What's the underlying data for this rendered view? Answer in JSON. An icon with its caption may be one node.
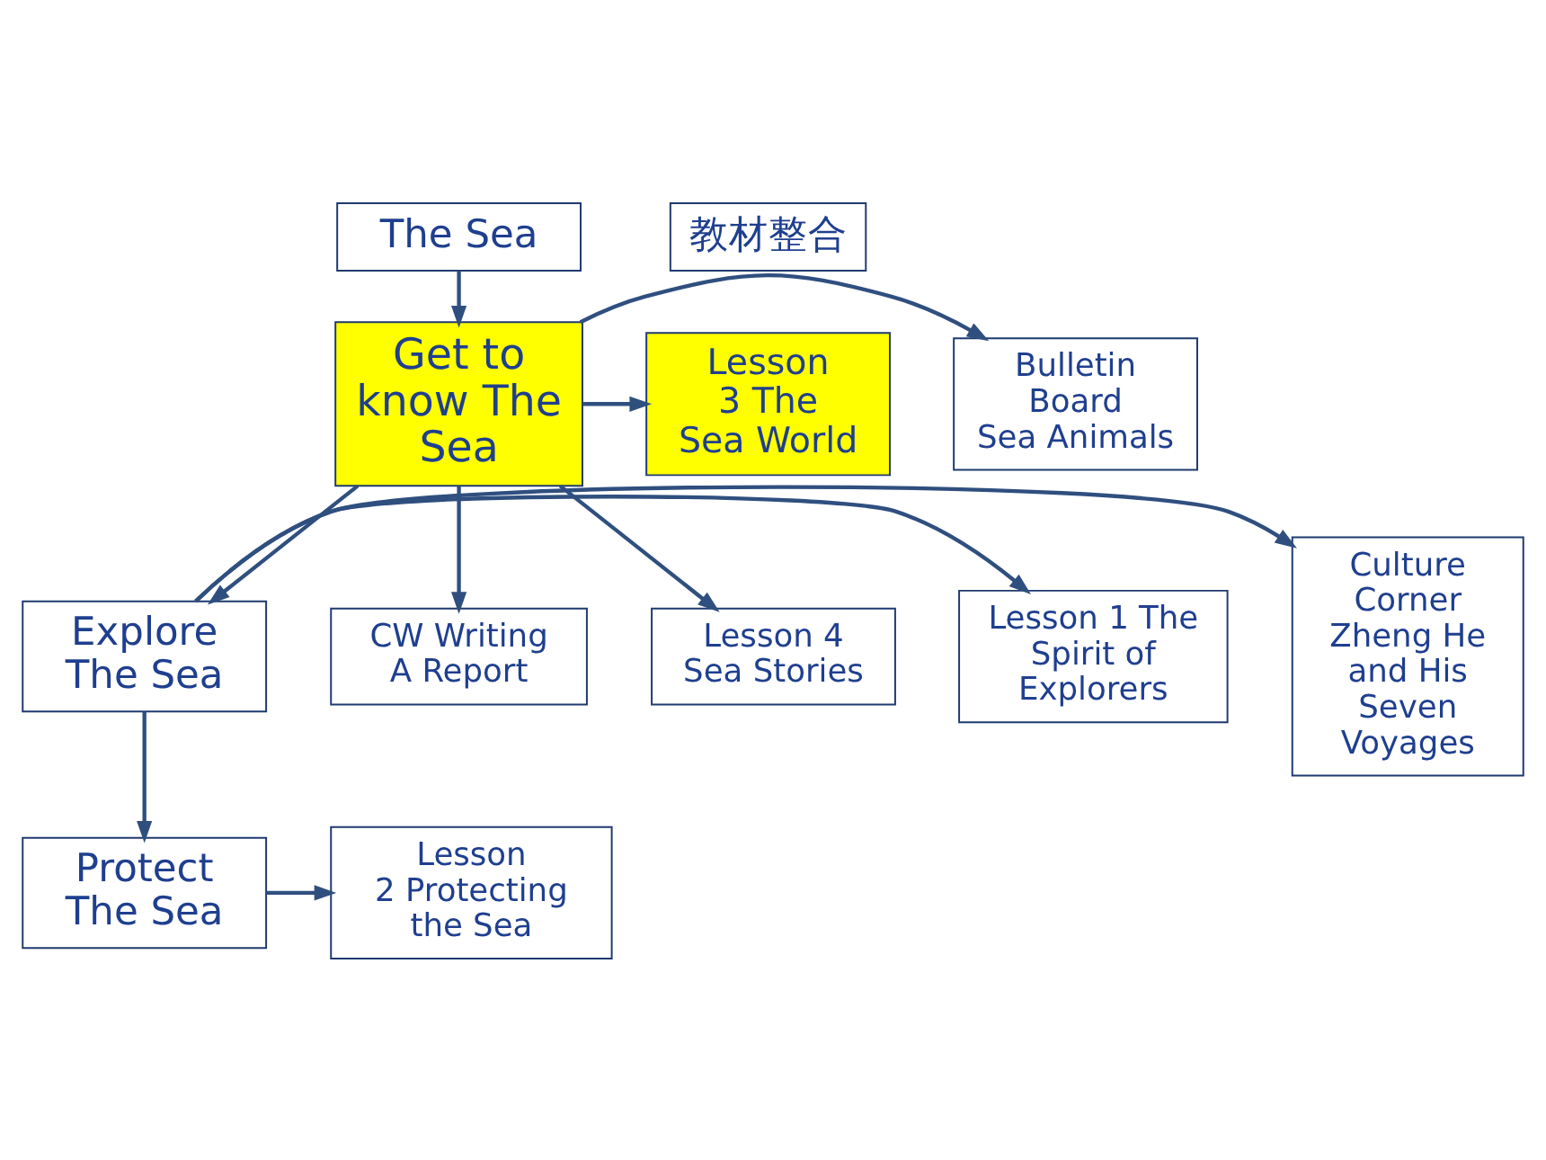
{
  "diagram": {
    "nodes": [
      {
        "text": [
          "教材整合"
        ]
      },
      {
        "text": [
          "The Sea"
        ]
      },
      {
        "text": [
          "Get to know The Sea"
        ]
      },
      {
        "text": [
          "Lesson 3 The Sea World"
        ]
      },
      {
        "text": [
          "Bulletin Board Sea Animals"
        ]
      },
      {
        "text": [
          "CW Writing A Report"
        ]
      },
      {
        "text": [
          "Lesson 4 Sea Stories"
        ]
      },
      {
        "text": [
          "Explore The Sea"
        ]
      },
      {
        "text": [
          "Lesson 1 The Spirit of Explorers"
        ]
      },
      {
        "text": [
          "Culture Corner Zheng He and His Seven Voyages"
        ]
      },
      {
        "text": [
          "Protect The Sea"
        ]
      },
      {
        "text": [
          "Lesson 2 Protecting the Sea"
        ]
      }
    ],
    "edges": [
      {
        "from": 1,
        "to": 2,
        "arrow": "to"
      },
      {
        "from": 2,
        "to": 3,
        "arrow": "to"
      },
      {
        "from": 2,
        "to": 4,
        "arrow": "to"
      },
      {
        "from": 2,
        "to": 5,
        "arrow": "to"
      },
      {
        "from": 2,
        "to": 6,
        "arrow": "to"
      },
      {
        "from": 2,
        "to": 7,
        "arrow": "to"
      },
      {
        "from": 7,
        "to": 8,
        "arrow": "to"
      },
      {
        "from": 7,
        "to": 9,
        "arrow": "to"
      },
      {
        "from": 7,
        "to": 10,
        "arrow": "to"
      },
      {
        "from": 10,
        "to": 11,
        "arrow": "to"
      }
    ]
  }
}
